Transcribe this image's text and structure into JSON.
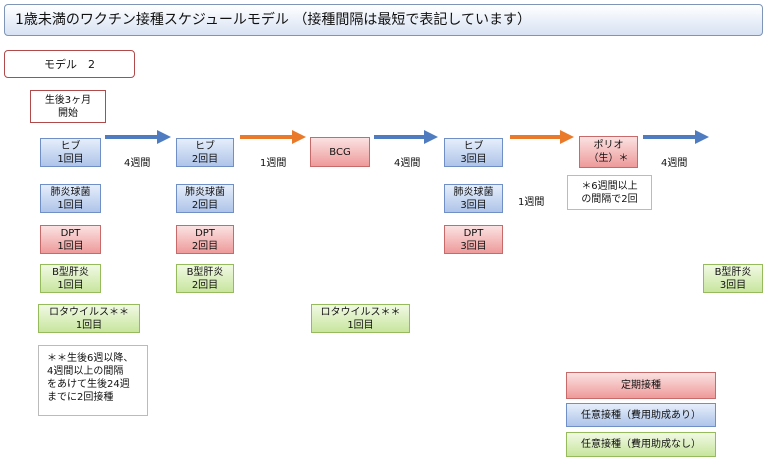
{
  "title": "1歳未満のワクチン接種スケジュールモデル （接種間隔は最短で表記しています）",
  "model_label": "モデル　2",
  "start_label": "生後3ヶ月\n開始",
  "columns": [
    {
      "doses": [
        {
          "text": "ヒブ\n1回目",
          "color": "blue"
        },
        {
          "text": "肺炎球菌\n1回目",
          "color": "blue"
        },
        {
          "text": "DPT\n1回目",
          "color": "red"
        },
        {
          "text": "B型肝炎\n1回目",
          "color": "green"
        }
      ],
      "extra": {
        "text": "ロタウイルス＊＊\n1回目",
        "color": "green"
      }
    },
    {
      "doses": [
        {
          "text": "ヒブ\n2回目",
          "color": "blue"
        },
        {
          "text": "肺炎球菌\n2回目",
          "color": "blue"
        },
        {
          "text": "DPT\n2回目",
          "color": "red"
        },
        {
          "text": "B型肝炎\n2回目",
          "color": "green"
        }
      ]
    },
    {
      "doses": [
        {
          "text": "BCG",
          "color": "red"
        }
      ],
      "extra": {
        "text": "ロタウイルス＊＊\n1回目",
        "color": "green"
      }
    },
    {
      "doses": [
        {
          "text": "ヒブ\n3回目",
          "color": "blue"
        },
        {
          "text": "肺炎球菌\n3回目",
          "color": "blue"
        },
        {
          "text": "DPT\n3回目",
          "color": "red"
        }
      ]
    },
    {
      "doses": [
        {
          "text": "ポリオ\n（生）＊",
          "color": "red"
        }
      ],
      "note": "＊6週間以上\nの間隔で2回"
    },
    {
      "doses": [
        {
          "text": "B型肝炎\n3回目",
          "color": "green"
        }
      ]
    }
  ],
  "intervals": [
    {
      "label": "4週間",
      "color": "blue"
    },
    {
      "label": "1週間",
      "color": "orange"
    },
    {
      "label": "4週間",
      "color": "blue"
    },
    {
      "label": "1週間",
      "color": "orange"
    },
    {
      "label": "4週間",
      "color": "blue"
    }
  ],
  "rota_note": "＊＊生後6週以降、\n4週間以上の間隔\nをあけて生後24週\nまでに2回接種",
  "legend": [
    {
      "label": "定期接種",
      "color": "red"
    },
    {
      "label": "任意接種（費用助成あり）",
      "color": "blue"
    },
    {
      "label": "任意接種（費用助成なし）",
      "color": "green"
    }
  ],
  "colors": {
    "blue_arrow": "#4f7cc0",
    "orange_arrow": "#ea7a2a"
  }
}
